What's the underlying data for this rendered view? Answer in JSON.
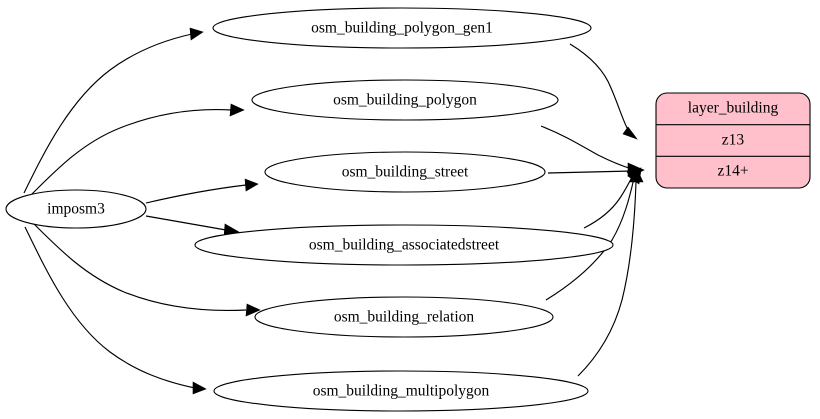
{
  "diagram": {
    "type": "directed-graph",
    "title": "",
    "background_color": "#ffffff",
    "edge_color": "#000000",
    "node_fill": "#ffffff",
    "node_stroke": "#000000"
  },
  "nodes": {
    "source": {
      "id": "imposm3",
      "label": "imposm3",
      "shape": "ellipse"
    },
    "tables": [
      {
        "id": "osm_building_polygon_gen1",
        "label": "osm_building_polygon_gen1",
        "shape": "ellipse"
      },
      {
        "id": "osm_building_polygon",
        "label": "osm_building_polygon",
        "shape": "ellipse"
      },
      {
        "id": "osm_building_street",
        "label": "osm_building_street",
        "shape": "ellipse"
      },
      {
        "id": "osm_building_associatedstreet",
        "label": "osm_building_associatedstreet",
        "shape": "ellipse"
      },
      {
        "id": "osm_building_relation",
        "label": "osm_building_relation",
        "shape": "ellipse"
      },
      {
        "id": "osm_building_multipolygon",
        "label": "osm_building_multipolygon",
        "shape": "ellipse"
      }
    ],
    "layer": {
      "id": "layer_building",
      "shape": "record",
      "fill_color": "#ffc0cb",
      "rows": [
        {
          "label": "layer_building"
        },
        {
          "label": "z13"
        },
        {
          "label": "z14+"
        }
      ]
    }
  },
  "edges": [
    {
      "from": "imposm3",
      "to": "osm_building_polygon_gen1"
    },
    {
      "from": "imposm3",
      "to": "osm_building_polygon"
    },
    {
      "from": "imposm3",
      "to": "osm_building_street"
    },
    {
      "from": "imposm3",
      "to": "osm_building_associatedstreet"
    },
    {
      "from": "imposm3",
      "to": "osm_building_relation"
    },
    {
      "from": "imposm3",
      "to": "osm_building_multipolygon"
    },
    {
      "from": "osm_building_polygon_gen1",
      "to": "layer_building:z13"
    },
    {
      "from": "osm_building_polygon",
      "to": "layer_building:z14+"
    },
    {
      "from": "osm_building_street",
      "to": "layer_building:z14+"
    },
    {
      "from": "osm_building_associatedstreet",
      "to": "layer_building:z14+"
    },
    {
      "from": "osm_building_relation",
      "to": "layer_building:z14+"
    },
    {
      "from": "osm_building_multipolygon",
      "to": "layer_building:z14+"
    }
  ]
}
